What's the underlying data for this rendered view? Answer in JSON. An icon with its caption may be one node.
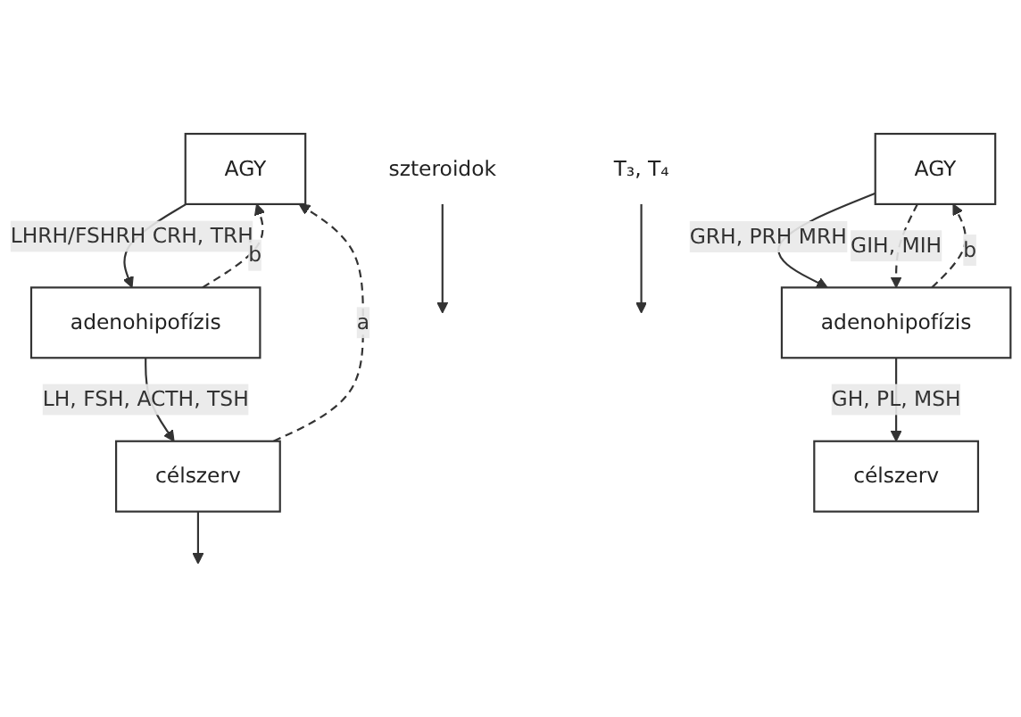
{
  "diagram": {
    "nodes": [
      {
        "text": [
          "AGY"
        ]
      },
      {
        "text": [
          "adenohipofízis"
        ]
      },
      {
        "text": [
          "célszerv"
        ]
      },
      {
        "text": [
          "szteroidok"
        ]
      },
      {
        "text": [
          "T₃, T₄"
        ]
      },
      {
        "text": [
          "AGY"
        ]
      },
      {
        "text": [
          "adenohipofízis"
        ]
      },
      {
        "text": [
          "célszerv"
        ]
      }
    ],
    "edges": [
      {
        "from": 0,
        "to": 1,
        "arrow": "to",
        "label": "LHRH/FSHRH CRH, TRH"
      },
      {
        "from": 1,
        "to": 2,
        "arrow": "to",
        "label": "LH, FSH, ACTH, TSH"
      },
      {
        "from": 2,
        "to": null,
        "arrow": "to"
      },
      {
        "from": 3,
        "to": null,
        "arrow": "to"
      },
      {
        "from": 4,
        "to": null,
        "arrow": "to"
      },
      {
        "from": 2,
        "to": 0,
        "arrow": "to",
        "label": "a",
        "style": "dashed"
      },
      {
        "from": 1,
        "to": 0,
        "arrow": "to",
        "label": "b",
        "style": "dashed"
      },
      {
        "from": 5,
        "to": 6,
        "arrow": "to",
        "label": "GRH, PRH MRH"
      },
      {
        "from": 5,
        "to": 6,
        "arrow": "to",
        "label": "GIH, MIH",
        "style": "dashed"
      },
      {
        "from": 6,
        "to": 7,
        "arrow": "to",
        "label": "GH, PL, MSH"
      },
      {
        "from": 6,
        "to": 5,
        "arrow": "to",
        "label": "b",
        "style": "dashed"
      }
    ]
  }
}
